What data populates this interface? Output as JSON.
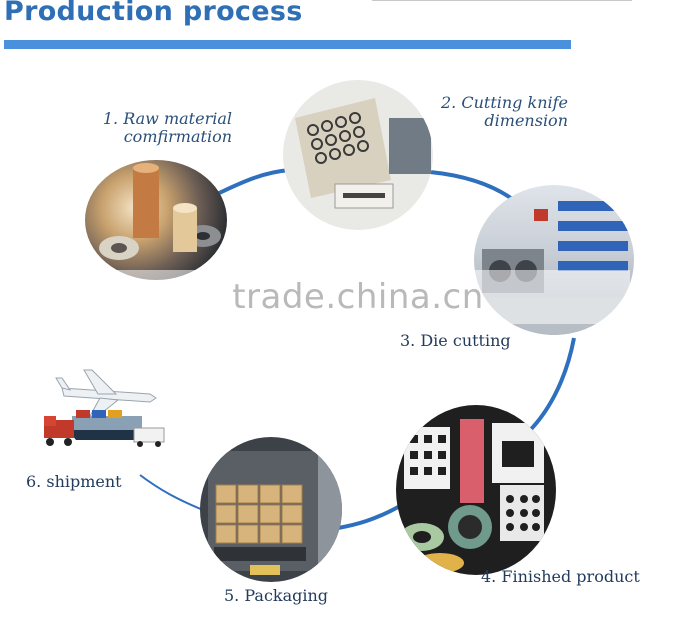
{
  "header": {
    "title": "Production process"
  },
  "steps": [
    {
      "label_line1": "1. Raw material",
      "label_line2": "comfirmation",
      "photo_icon": "metal-foil-rolls-photo"
    },
    {
      "label_line1": "2. Cutting knife",
      "label_line2": "dimension",
      "photo_icon": "die-cut-knife-plates-photo"
    },
    {
      "label": "3. Die cutting",
      "photo_icon": "die-cutting-workshop-photo"
    },
    {
      "label": "4. Finished product",
      "photo_icon": "finished-die-cut-parts-photo"
    },
    {
      "label": "5. Packaging",
      "photo_icon": "packed-cartons-in-container-photo"
    },
    {
      "label": "6. shipment",
      "photo_icon": "plane-ship-truck-photo"
    }
  ],
  "watermark": {
    "text": "trade.china.cn"
  },
  "colors": {
    "title": "#2f6fb6",
    "title_bar": "#4b90dc",
    "arc": "#2e6fbe",
    "label": "#2a4f7a"
  }
}
